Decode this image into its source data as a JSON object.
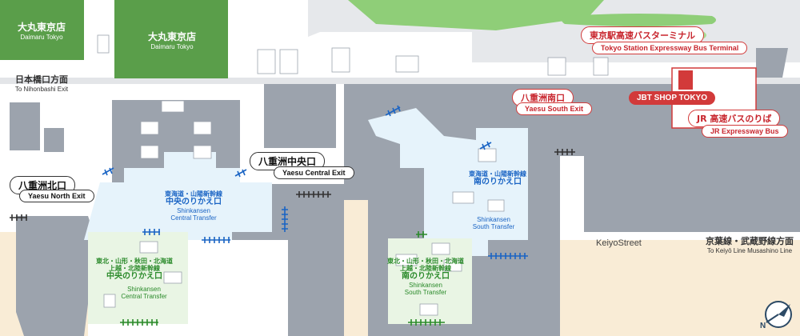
{
  "colors": {
    "store_green": "#5a9e4a",
    "building_gray": "#9ca3ad",
    "concourse_blue": "#e6f3fb",
    "concourse_green": "#e9f5e4",
    "ground_beige": "#f9ecd6",
    "road_light": "#e3e5e8",
    "blue_gate": "#1a64c4",
    "green_gate": "#2a8a2a",
    "red_accent": "#d23a3a"
  },
  "stores": [
    {
      "jp": "大丸東京店",
      "en": "Daimaru Tokyo"
    },
    {
      "jp": "大丸東京店",
      "en": "Daimaru Tokyo"
    }
  ],
  "direction_labels": {
    "nihonbashi": {
      "jp": "日本橋口方面",
      "en": "To Nihonbashi Exit"
    },
    "keiyo": {
      "jp": "京葉線・武蔵野線方面",
      "en": "To Keiyō Line Musashino Line"
    }
  },
  "exits": {
    "north": {
      "jp": "八重洲北口",
      "en": "Yaesu North Exit"
    },
    "central": {
      "jp": "八重洲中央口",
      "en": "Yaesu Central Exit"
    },
    "south": {
      "jp": "八重洲南口",
      "en": "Yaesu South Exit"
    }
  },
  "bus_terminal": {
    "jp": "東京駅高速バスターミナル",
    "en": "Tokyo Station Expressway Bus Terminal"
  },
  "jbt_shop": "JBT SHOP TOKYO",
  "jr_bus": {
    "jp": "JR 高速バスのりば",
    "en": "JR Expressway Bus"
  },
  "transfers": {
    "tokaido_central": {
      "lines": "東海道・山陽新幹線",
      "jp": "中央のりかえ口",
      "en1": "Shinkansen",
      "en2": "Central Transfer"
    },
    "tokaido_south": {
      "lines": "東海道・山陽新幹線",
      "jp": "南のりかえ口",
      "en1": "Shinkansen",
      "en2": "South Transfer"
    },
    "tohoku_central": {
      "lines1": "東北・山形・秋田・北海道",
      "lines2": "上越・北陸新幹線",
      "jp": "中央のりかえ口",
      "en1": "Shinkansen",
      "en2": "Central Transfer"
    },
    "tohoku_south": {
      "lines1": "東北・山形・秋田・北海道",
      "lines2": "上越・北陸新幹線",
      "jp": "南のりかえ口",
      "en1": "Shinkansen",
      "en2": "South Transfer"
    }
  },
  "street": "KeiyoStreet",
  "compass": {
    "letter": "N",
    "icon": "north-arrow-icon"
  }
}
